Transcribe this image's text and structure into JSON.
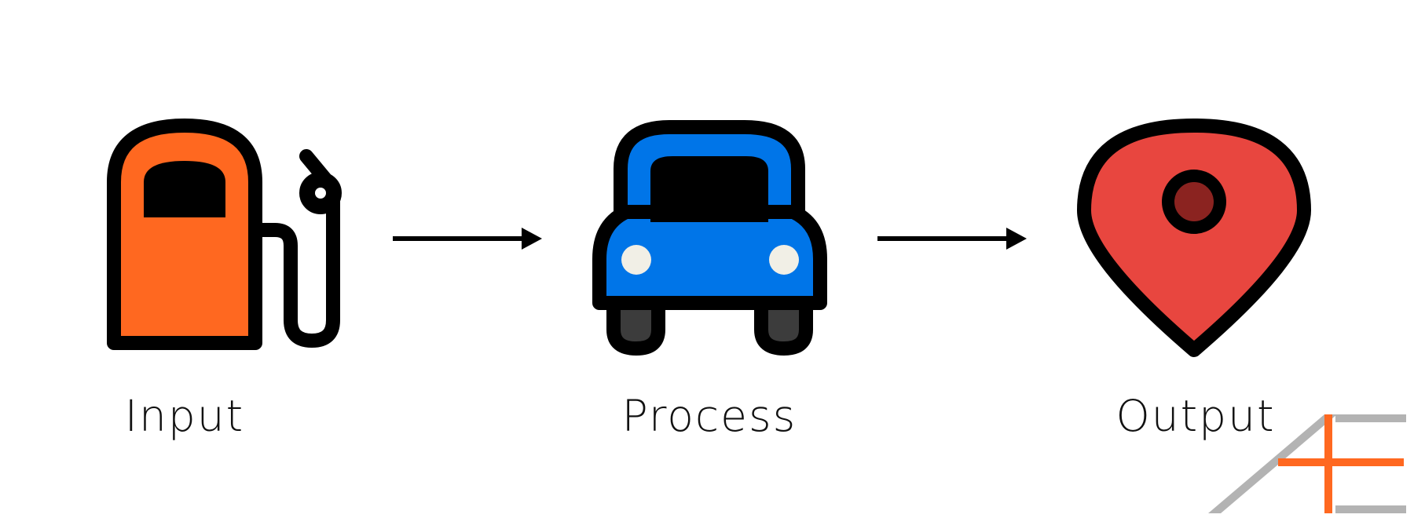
{
  "diagram": {
    "steps": [
      {
        "id": "input",
        "label": "Input",
        "icon": "fuel-pump-icon",
        "color": "#ff6820"
      },
      {
        "id": "process",
        "label": "Process",
        "icon": "car-icon",
        "color": "#0075e8"
      },
      {
        "id": "output",
        "label": "Output",
        "icon": "map-pin-icon",
        "color": "#e8463f"
      }
    ],
    "connectors": [
      {
        "from": "input",
        "to": "process",
        "icon": "arrow-right-icon"
      },
      {
        "from": "process",
        "to": "output",
        "icon": "arrow-right-icon"
      }
    ]
  },
  "logo": {
    "icon": "ae-logo-icon",
    "accent_color": "#ff6820",
    "secondary_color": "#b3b3b3"
  },
  "colors": {
    "outline": "#000000",
    "headlight": "#f1efe6",
    "tire": "#3c3c3c",
    "pin_center": "#8b2320"
  }
}
